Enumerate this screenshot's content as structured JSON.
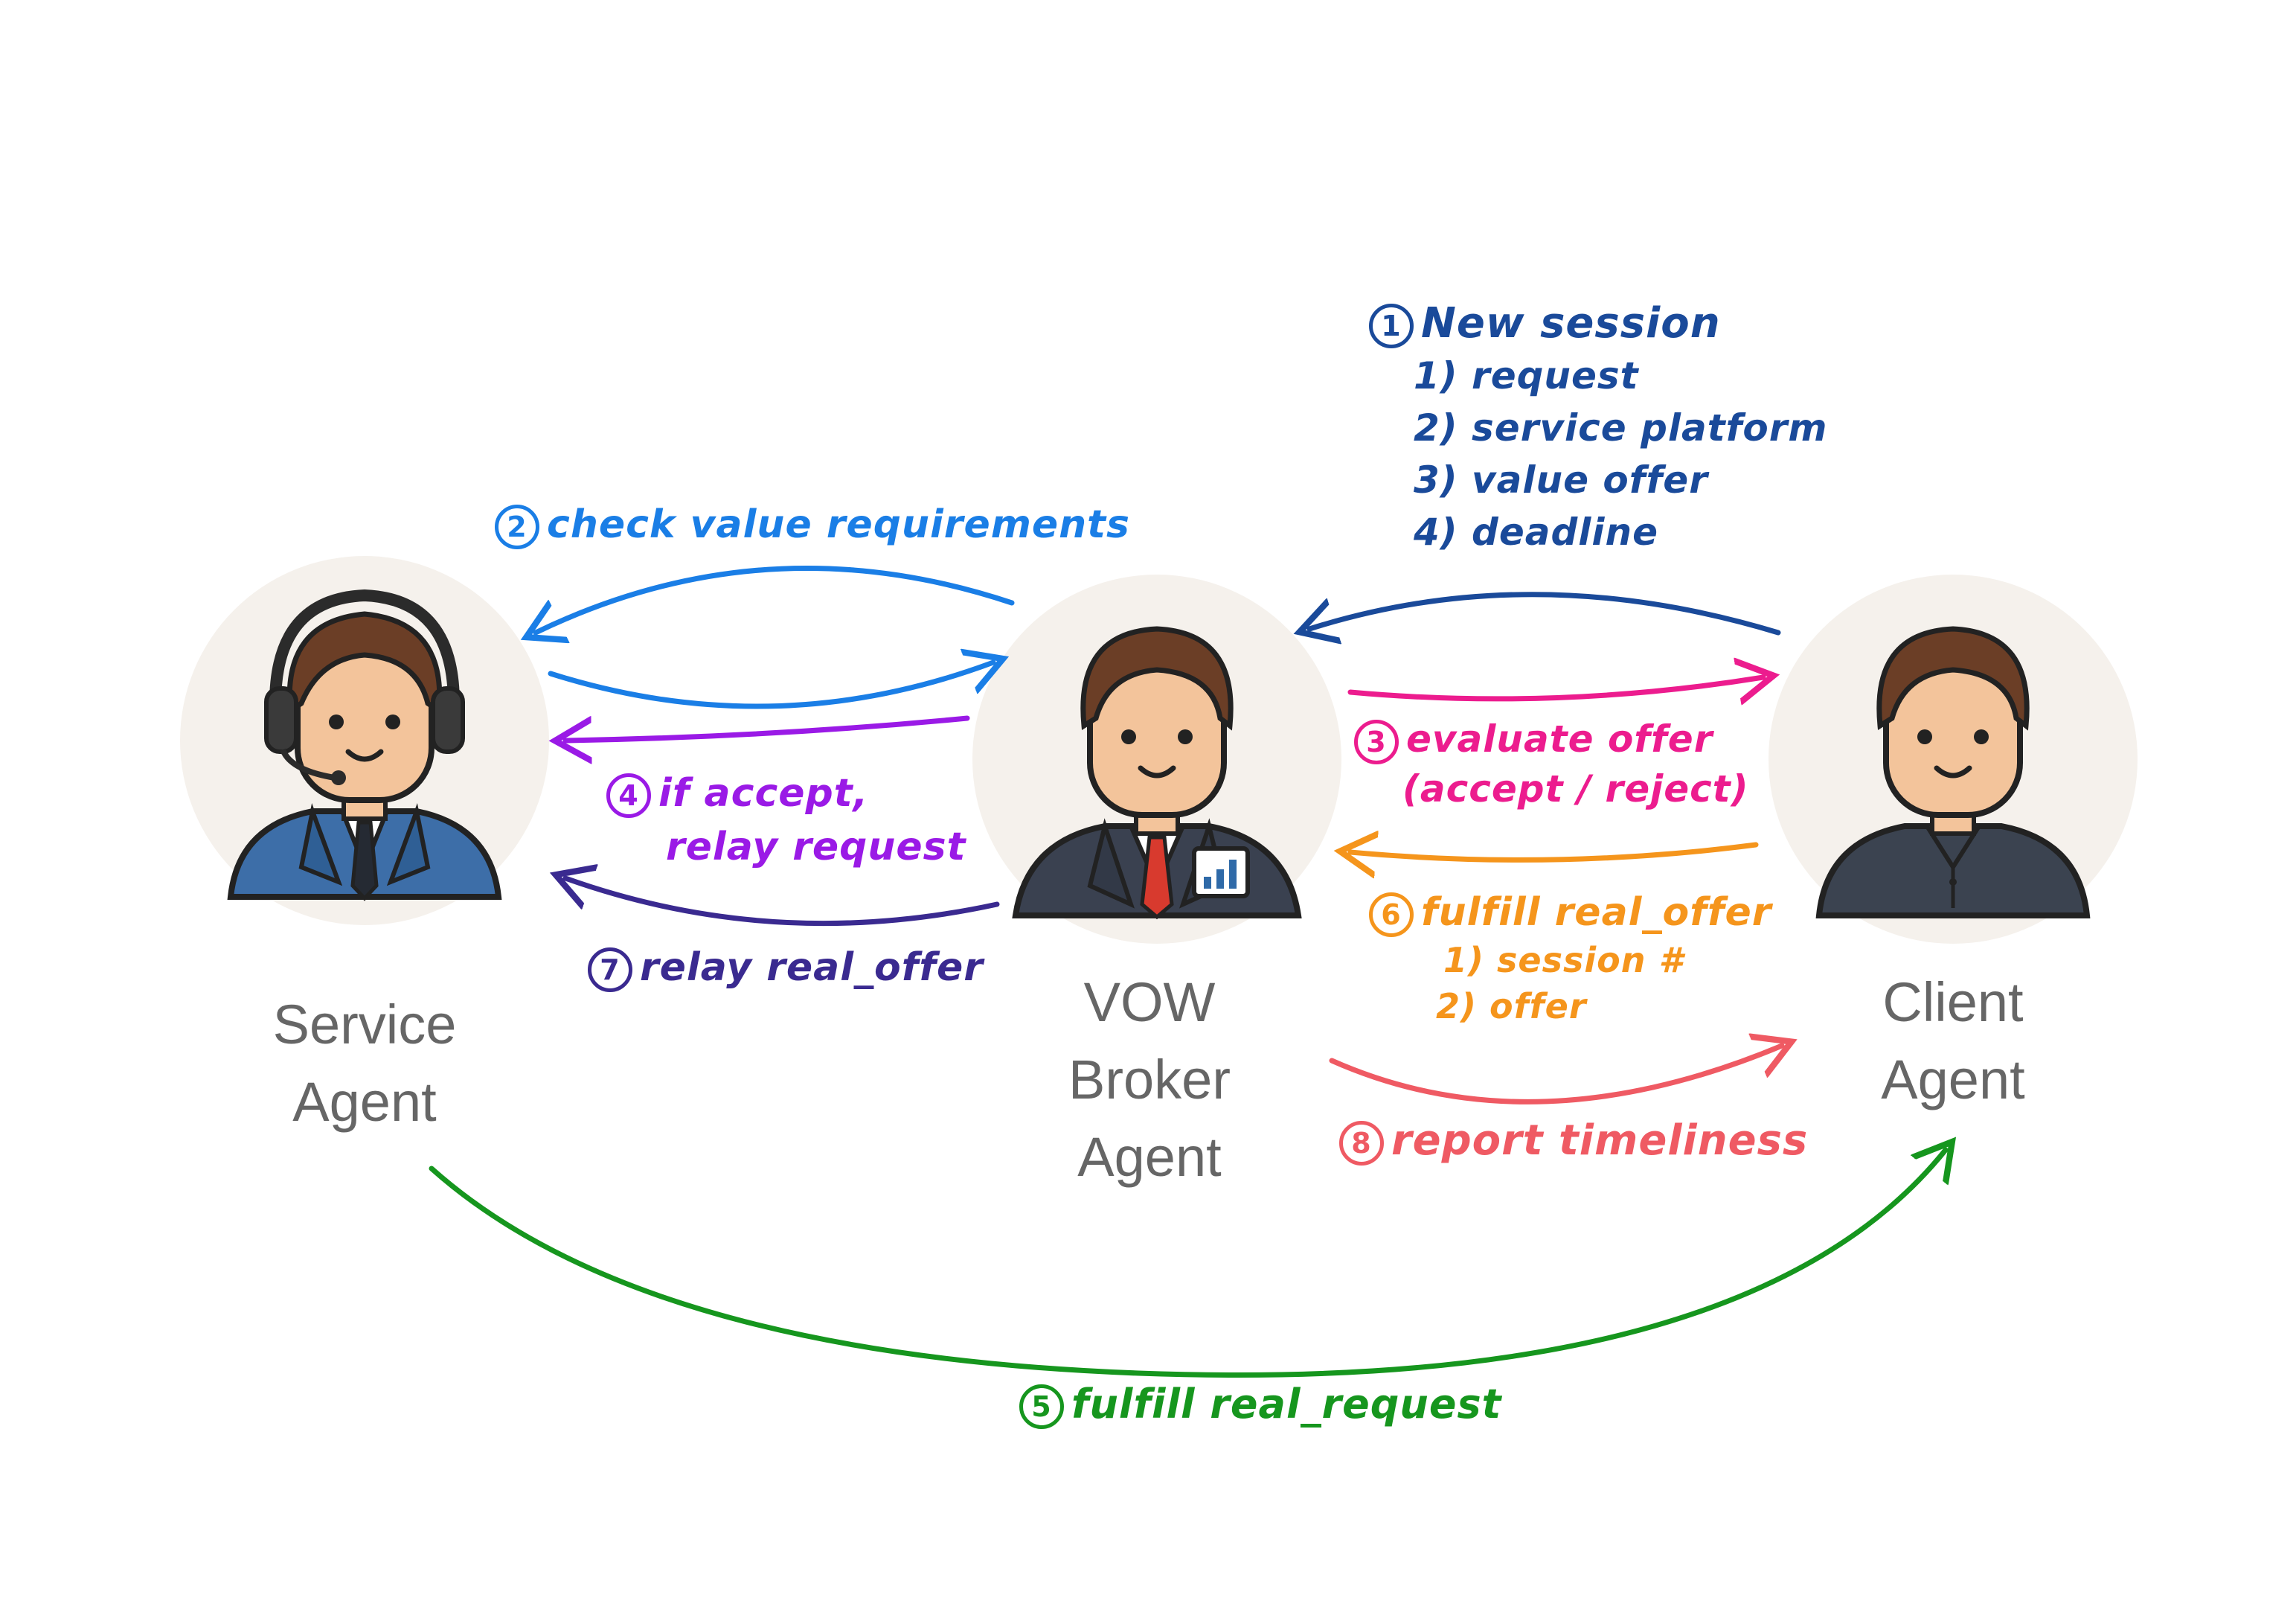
{
  "colors": {
    "step1": "#1a4a9a",
    "step2": "#1a7ee6",
    "step3": "#ec1c8e",
    "step4": "#9a1ae6",
    "step5": "#16961e",
    "step6": "#f5951c",
    "step7": "#3a2a90",
    "step8": "#ef5a63",
    "label": "#666666"
  },
  "agents": {
    "service": {
      "lines": [
        "Service",
        "Agent"
      ],
      "icon": "headset-agent-icon"
    },
    "broker": {
      "lines": [
        "VOW",
        "Broker",
        "Agent"
      ],
      "icon": "businessman-badge-icon"
    },
    "client": {
      "lines": [
        "Client",
        "Agent"
      ],
      "icon": "person-polo-icon"
    }
  },
  "steps": {
    "s1": {
      "number": "1",
      "title": "New session",
      "items": [
        "1) request",
        "2) service platform",
        "3) value offer",
        "4) deadline"
      ]
    },
    "s2": {
      "number": "2",
      "text": "check value requirements"
    },
    "s3": {
      "number": "3",
      "lines": [
        "evaluate offer",
        "(accept / reject)"
      ]
    },
    "s4": {
      "number": "4",
      "lines": [
        "if accept,",
        "relay request"
      ]
    },
    "s5": {
      "number": "5",
      "text": "fulfill real_request"
    },
    "s6": {
      "number": "6",
      "title": "fulfill real_offer",
      "items": [
        "1) session #",
        "2) offer"
      ]
    },
    "s7": {
      "number": "7",
      "text": "relay real_offer"
    },
    "s8": {
      "number": "8",
      "text": "report timeliness"
    }
  }
}
